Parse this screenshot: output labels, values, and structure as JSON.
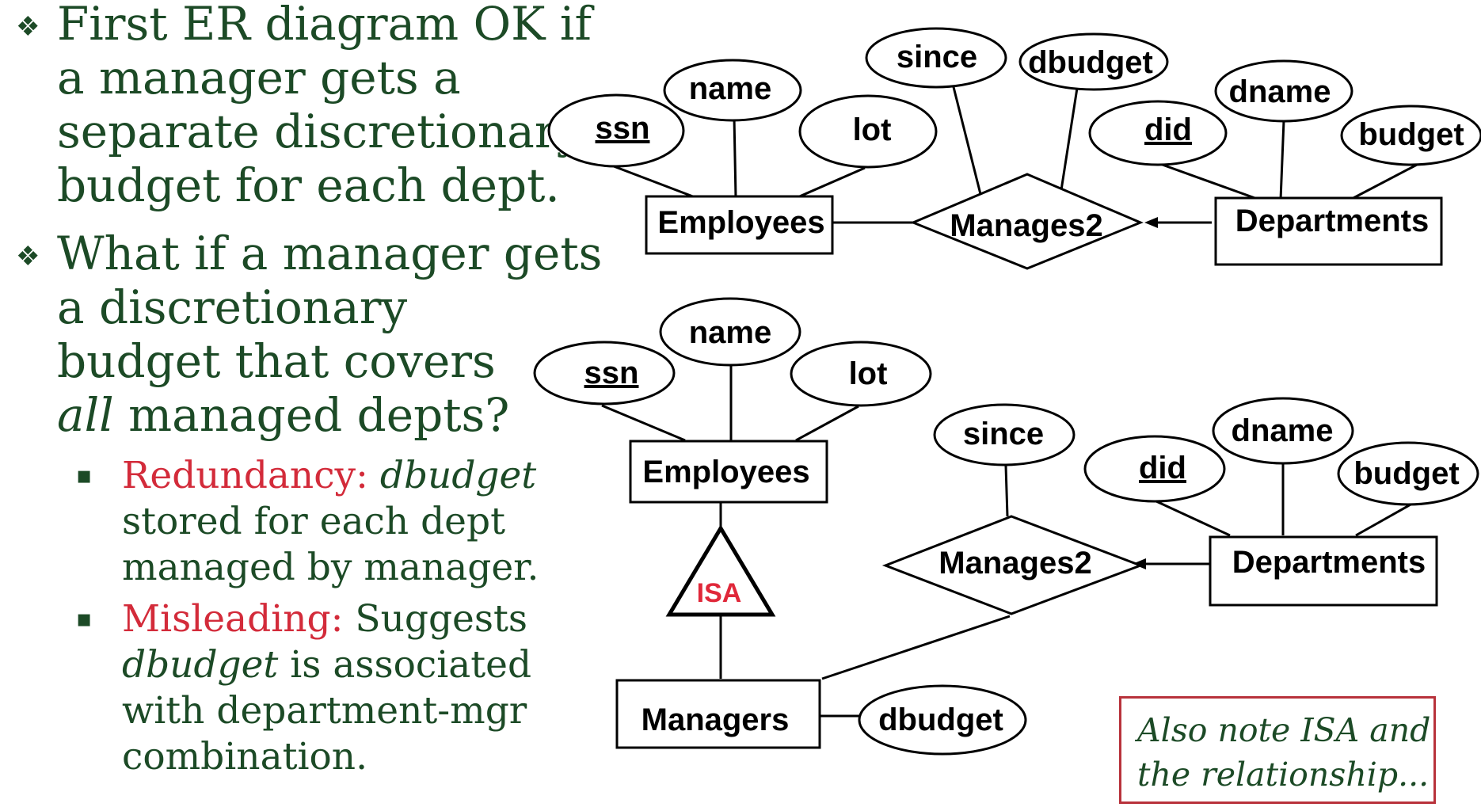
{
  "bullets": [
    {
      "lines": [
        "First ER diagram OK if",
        "a manager gets a",
        "separate discretionary",
        "budget for each dept."
      ]
    },
    {
      "lines": [
        "What if a manager gets",
        "a discretionary",
        "budget that covers"
      ],
      "last_line_italic": "all",
      "last_line_rest": " managed depts?"
    }
  ],
  "sub_bullets": [
    {
      "label": "Redundancy:",
      "label_space": " ",
      "first_line_italic": "dbudget",
      "lines": [
        "stored for each dept",
        "managed by manager."
      ]
    },
    {
      "label": "Misleading:",
      "first_line_rest": " Suggests",
      "second_line_italic": "dbudget",
      "second_line_rest": " is associated",
      "lines": [
        "with department-mgr",
        "combination."
      ]
    }
  ],
  "diagram1": {
    "attributes": {
      "ssn": "ssn",
      "name": "name",
      "lot": "lot",
      "since": "since",
      "dbudget": "dbudget",
      "did": "did",
      "dname": "dname",
      "budget": "budget"
    },
    "entities": {
      "employees": "Employees",
      "departments": "Departments"
    },
    "relationship": "Manages2"
  },
  "diagram2": {
    "attributes": {
      "ssn": "ssn",
      "name": "name",
      "lot": "lot",
      "since": "since",
      "did": "did",
      "dname": "dname",
      "budget": "budget",
      "dbudget": "dbudget"
    },
    "entities": {
      "employees": "Employees",
      "departments": "Departments",
      "managers": "Managers"
    },
    "relationship": "Manages2",
    "isa": "ISA"
  },
  "note": {
    "lines": [
      "Also note ISA and",
      "the relationship..."
    ]
  },
  "colors": {
    "text_green": "#1c4a26",
    "accent_red": "#d32b3a",
    "box_border": "#b8323b"
  }
}
